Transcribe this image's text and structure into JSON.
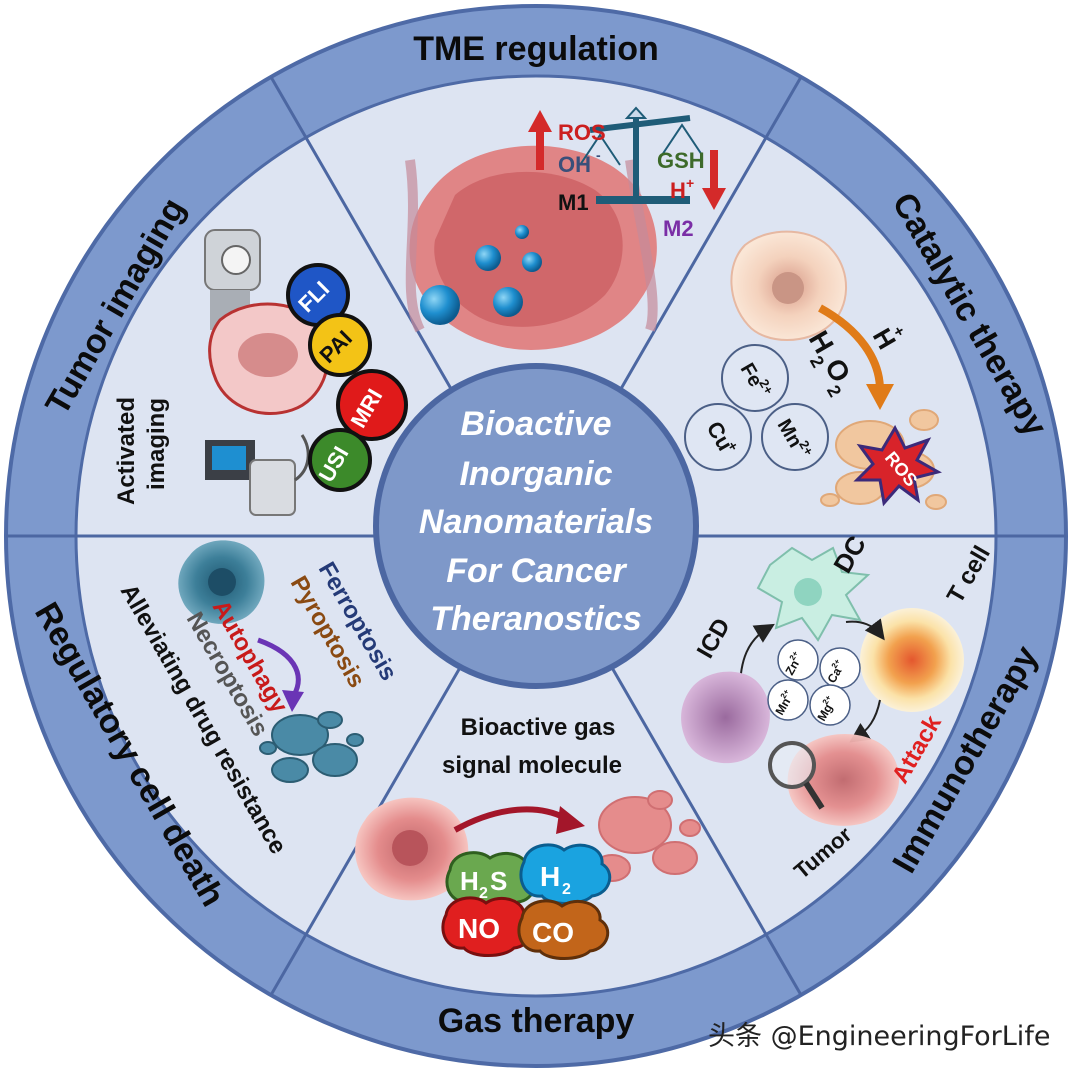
{
  "colors": {
    "outer_ring": "#7d99cd",
    "outer_ring_dark": "#4e6aa6",
    "inner_fill": "#dde4f2",
    "center_fill": "#7e98c9",
    "divider": "#4c67a2",
    "ros_red": "#cc1f1f",
    "m2_purple": "#7a2ea6",
    "gsh_green": "#3d6a2a"
  },
  "center": {
    "line1": "Bioactive",
    "line2": "Inorganic",
    "line3": "Nanomaterials",
    "line4": "For Cancer",
    "line5": "Theranostics"
  },
  "sectors": {
    "tme": {
      "title": "TME regulation",
      "ros": "ROS",
      "oh": "OH",
      "oh_sup": "-",
      "m1": "M1",
      "gsh": "GSH",
      "h": "H",
      "h_sup": "+",
      "m2": "M2"
    },
    "catalytic": {
      "title": "Catalytic therapy",
      "h": "H",
      "h_sup": "+",
      "h2o2": "H",
      "h2o2_sub": "2",
      "h2o2_o": "O",
      "h2o2_o_sub": "2",
      "fe": "Fe",
      "fe_sup": "2+",
      "cu": "Cu",
      "cu_sup": "+",
      "mn": "Mn",
      "mn_sup": "2+",
      "ros": "ROS"
    },
    "immuno": {
      "title": "Immunotherapy",
      "dc": "DC",
      "tcell": "T cell",
      "icd": "ICD",
      "attack": "Attack",
      "tumor": "Tumor",
      "zn": "Zn",
      "zn_sup": "2+",
      "ca": "Ca",
      "ca_sup": "2+",
      "mn": "Mn",
      "mn_sup": "2+",
      "mg": "Mg",
      "mg_sup": "2+"
    },
    "gas": {
      "title": "Gas therapy",
      "heading1": "Bioactive gas",
      "heading2": "signal molecule",
      "h2s": "H",
      "h2s_sub": "2",
      "h2s_s": "S",
      "h2": "H",
      "h2_sub": "2",
      "no": "NO",
      "co": "CO"
    },
    "regulatory": {
      "title": "Regulatory cell death",
      "ferroptosis": "Ferroptosis",
      "pyroptosis": "Pyroptosis",
      "autophagy": "Autophagy",
      "necroptosis": "Necroptosis",
      "alleviating": "Alleviating drug resistance"
    },
    "imaging": {
      "title": "Tumor  imaging",
      "activated": "Activated",
      "imaging_word": "imaging",
      "fli": "FLI",
      "pai": "PAI",
      "mri": "MRI",
      "usi": "USI"
    }
  },
  "watermark": {
    "text": "头条 @EngineeringForLife",
    "faint": "EngineeringForLife"
  }
}
